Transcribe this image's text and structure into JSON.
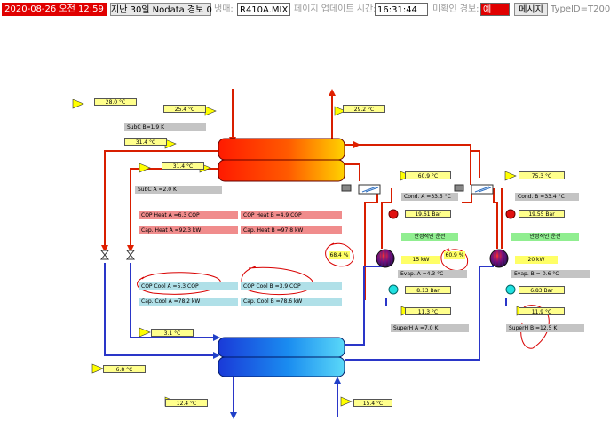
{
  "header": {
    "datetime": "2020-08-26 오전 12:59",
    "nodata_button": "지난 30일 Nodata 경보 0",
    "refrigerant_label": "냉매:",
    "refrigerant_value": "R410A.MIX",
    "update_label": "페이지 업데이트 시간:",
    "update_time": "16:31:44",
    "unack_label": "미확인 경보:",
    "unack_value": "예",
    "message_button": "메시지",
    "type_id": "TypeID=T200"
  },
  "colors": {
    "hot": "#e02000",
    "cold": "#2050d0",
    "alarm": "#e00000",
    "label": "#ffff8c"
  },
  "labels": {
    "t_top_left": "28.0 °C",
    "t_hx_in_top": "25.4 °C",
    "t_hx_out_top": "29.2 °C",
    "subc_b": "SubC B=1.9 K",
    "t_left1": "31.4 °C",
    "t_left2": "31.4 °C",
    "subc_a": "SubC A =2.0 K",
    "cop_heat_a": "COP Heat A =6.3 COP",
    "cop_heat_b": "COP Heat B =4.9 COP",
    "cap_heat_a": "Cap. Heat A =92.3 kW",
    "cap_heat_b": "Cap. Heat B =97.8 kW",
    "cop_cool_a": "COP Cool A =5.3 COP",
    "cop_cool_b": "COP Cool B =3.9 COP",
    "cap_cool_a": "Cap. Cool A =78.2 kW",
    "cap_cool_b": "Cap. Cool B =78.6 kW",
    "t_evap_in": "3.1 °C",
    "t_bottom_left": "6.8 °C",
    "t_out_bottom": "12.4 °C",
    "t_in_bottom": "15.4 °C",
    "pct_a": "68.4 %",
    "a_disch_temp": "60.9 °C",
    "a_cond": "Cond. A =33.5 °C",
    "a_high_p": "19.61 Bar",
    "a_status": "안정적인 운전",
    "a_power": "15 kW",
    "a_pct": "60.9 %",
    "a_evap": "Evap. A =4.3 °C",
    "a_low_p": "8.13 Bar",
    "a_suct_temp": "11.3 °C",
    "a_superh": "SuperH A =7.0 K",
    "b_disch_temp": "75.3 °C",
    "b_cond": "Cond. B =33.4 °C",
    "b_high_p": "19.55 Bar",
    "b_status": "안정적인 운전",
    "b_power": "20 kW",
    "b_evap": "Evap. B =-0.6 °C",
    "b_low_p": "6.83 Bar",
    "b_suct_temp": "11.9 °C",
    "b_superh": "SuperH B =12.5 K"
  }
}
